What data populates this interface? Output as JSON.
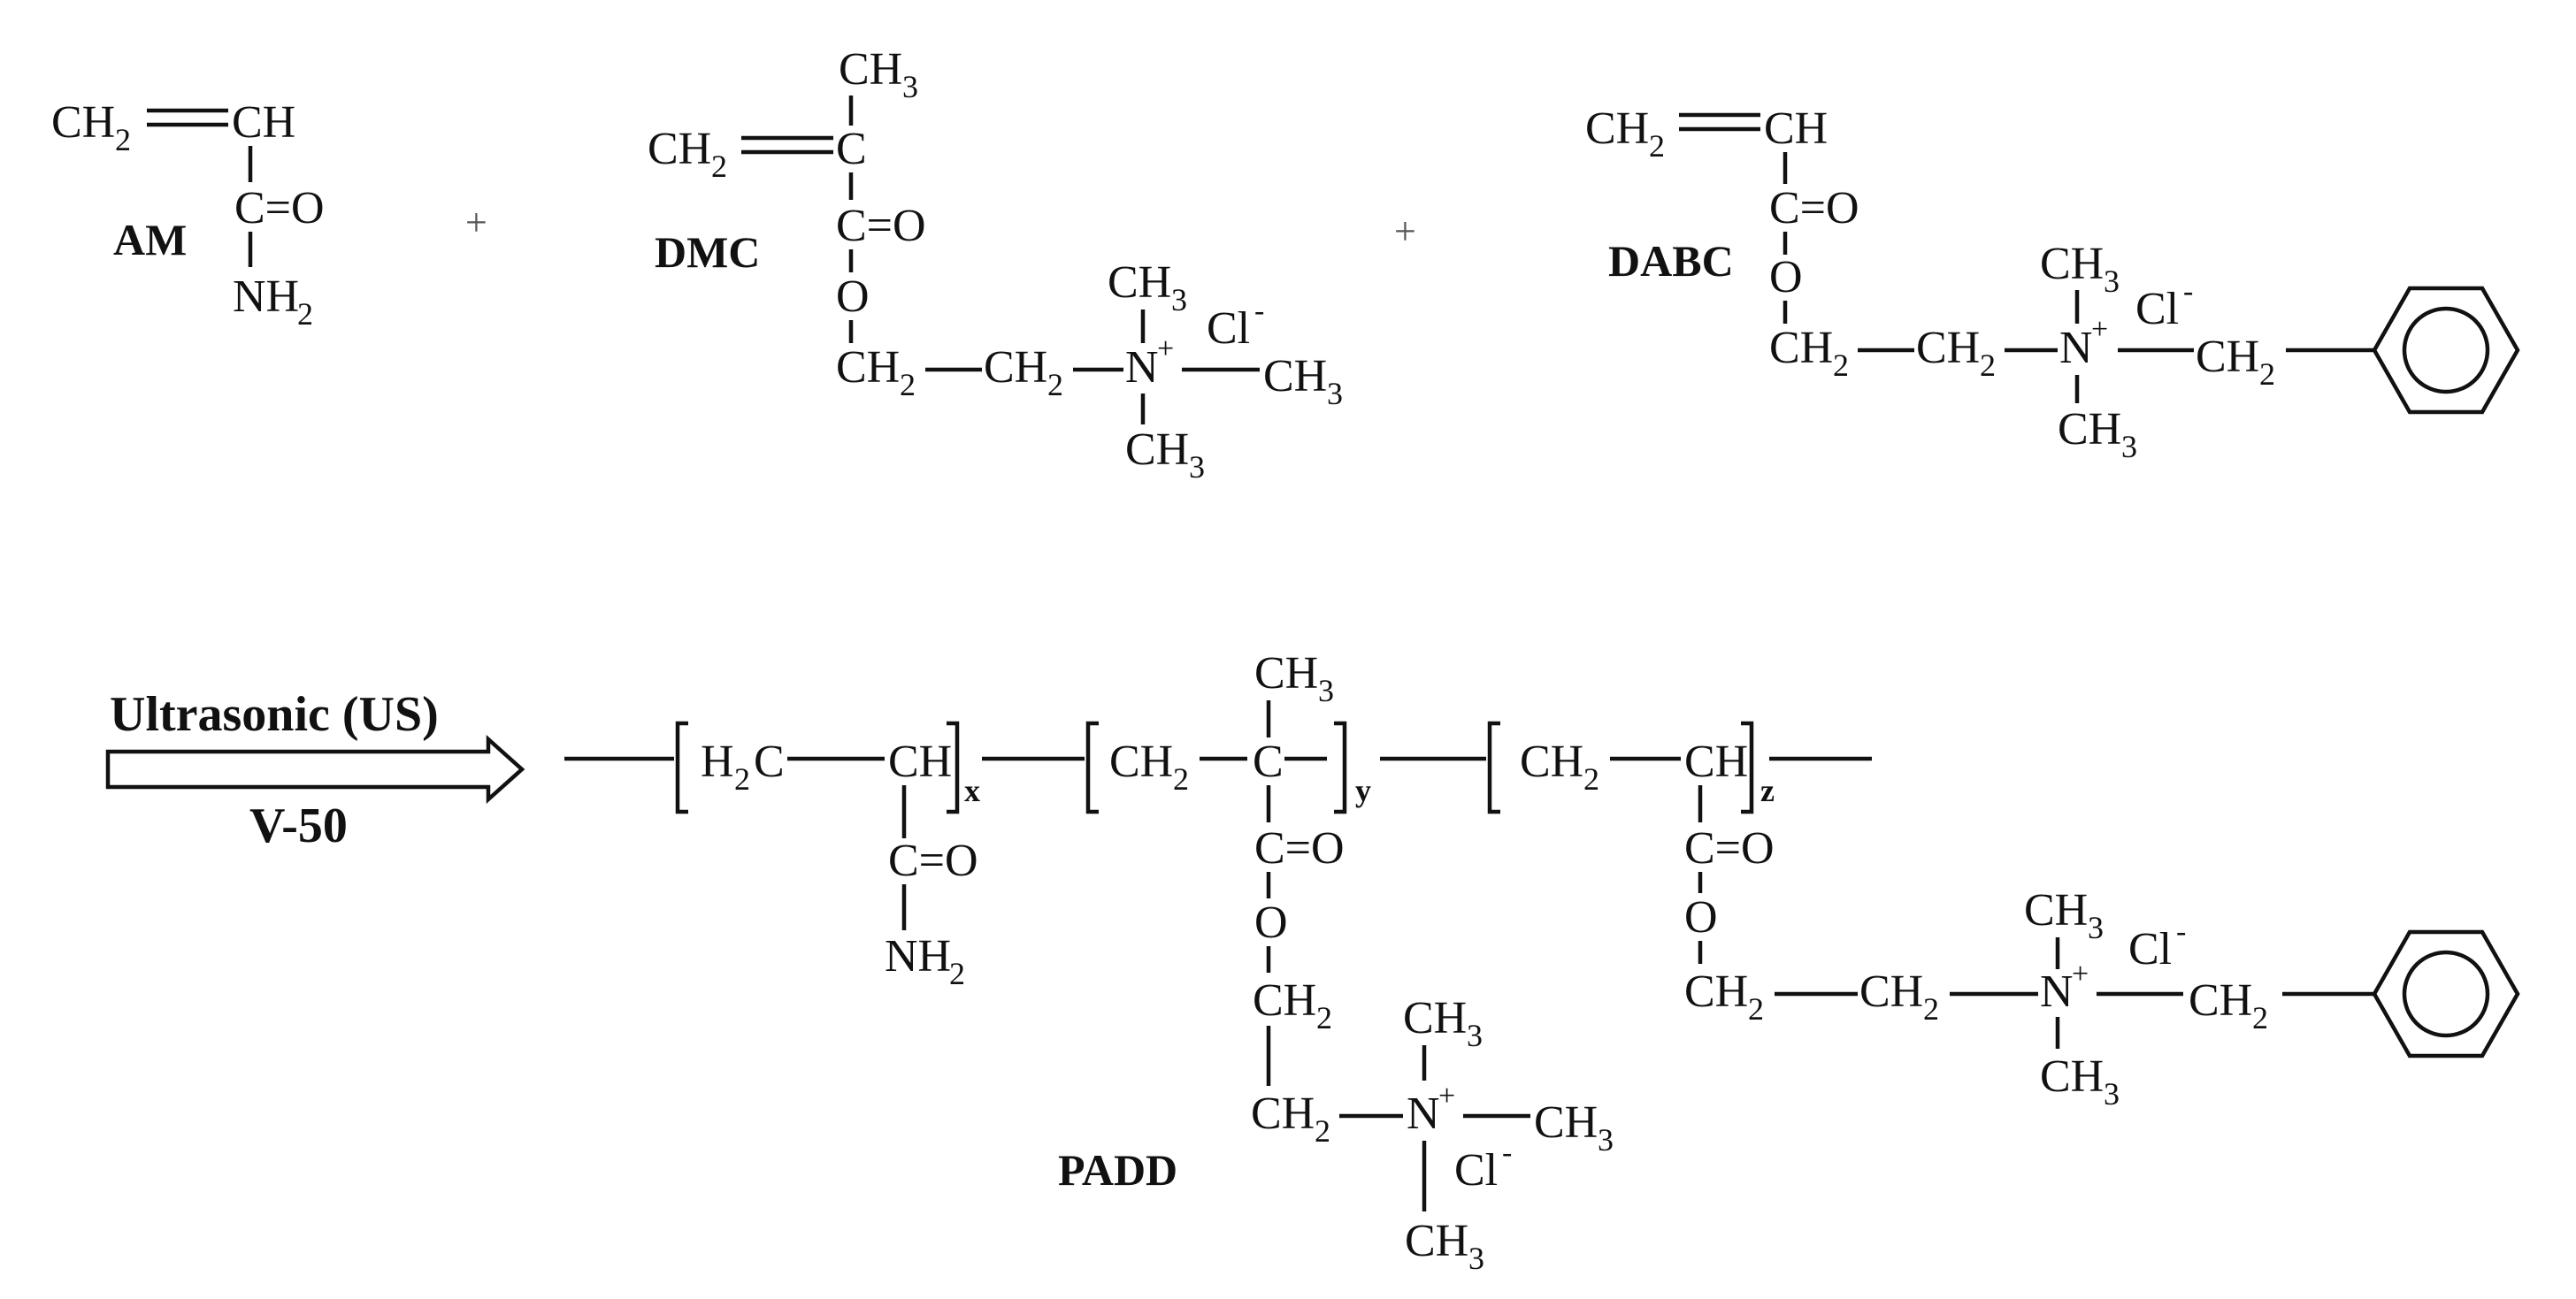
{
  "colors": {
    "label": "#ff1a1a",
    "ink": "#111111"
  },
  "monomers": {
    "am": {
      "label": "AM"
    },
    "dmc": {
      "label": "DMC"
    },
    "dabc": {
      "label": "DABC"
    }
  },
  "plus_sign": "+",
  "arrow": {
    "top_label": "Ultrasonic (US)",
    "bottom_label": "V-50"
  },
  "polymer": {
    "label": "PADD",
    "subscripts": {
      "x": "x",
      "y": "y",
      "z": "z"
    }
  },
  "atoms": {
    "ch2": "CH",
    "ch": "CH",
    "h2c_h": "H",
    "h2c_c": "C",
    "c": "C",
    "o": "O",
    "c_eq_o": "C=O",
    "nh": "NH",
    "ch3": "CH",
    "n": "N",
    "cl": "Cl",
    "two": "2",
    "three": "3",
    "plus_charge": "+",
    "minus_charge": "-"
  }
}
